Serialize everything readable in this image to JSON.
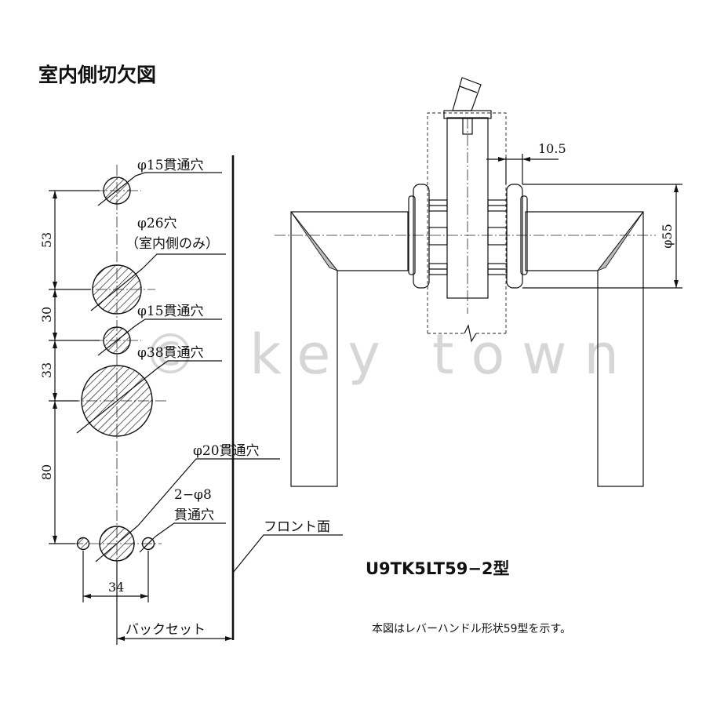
{
  "title": "室内側切欠図",
  "labels": {
    "hole_top": "φ15貫通穴",
    "hole_26": "φ26穴",
    "hole_26_note": "（室内側のみ）",
    "hole_mid": "φ15貫通穴",
    "hole_38": "φ38貫通穴",
    "hole_20": "φ20貫通穴",
    "hole_8_a": "2−φ8",
    "hole_8_b": "貫通穴",
    "front_face": "フロント面",
    "backset": "バックセット"
  },
  "dimensions": {
    "d53": "53",
    "d30": "30",
    "d33": "33",
    "d80": "80",
    "d34": "34",
    "d10_5": "10.5",
    "d55": "φ55"
  },
  "model": "U9TK5LT59−2型",
  "note": "本図はレバーハンドル形状59型を示す。",
  "watermark": "© key town"
}
